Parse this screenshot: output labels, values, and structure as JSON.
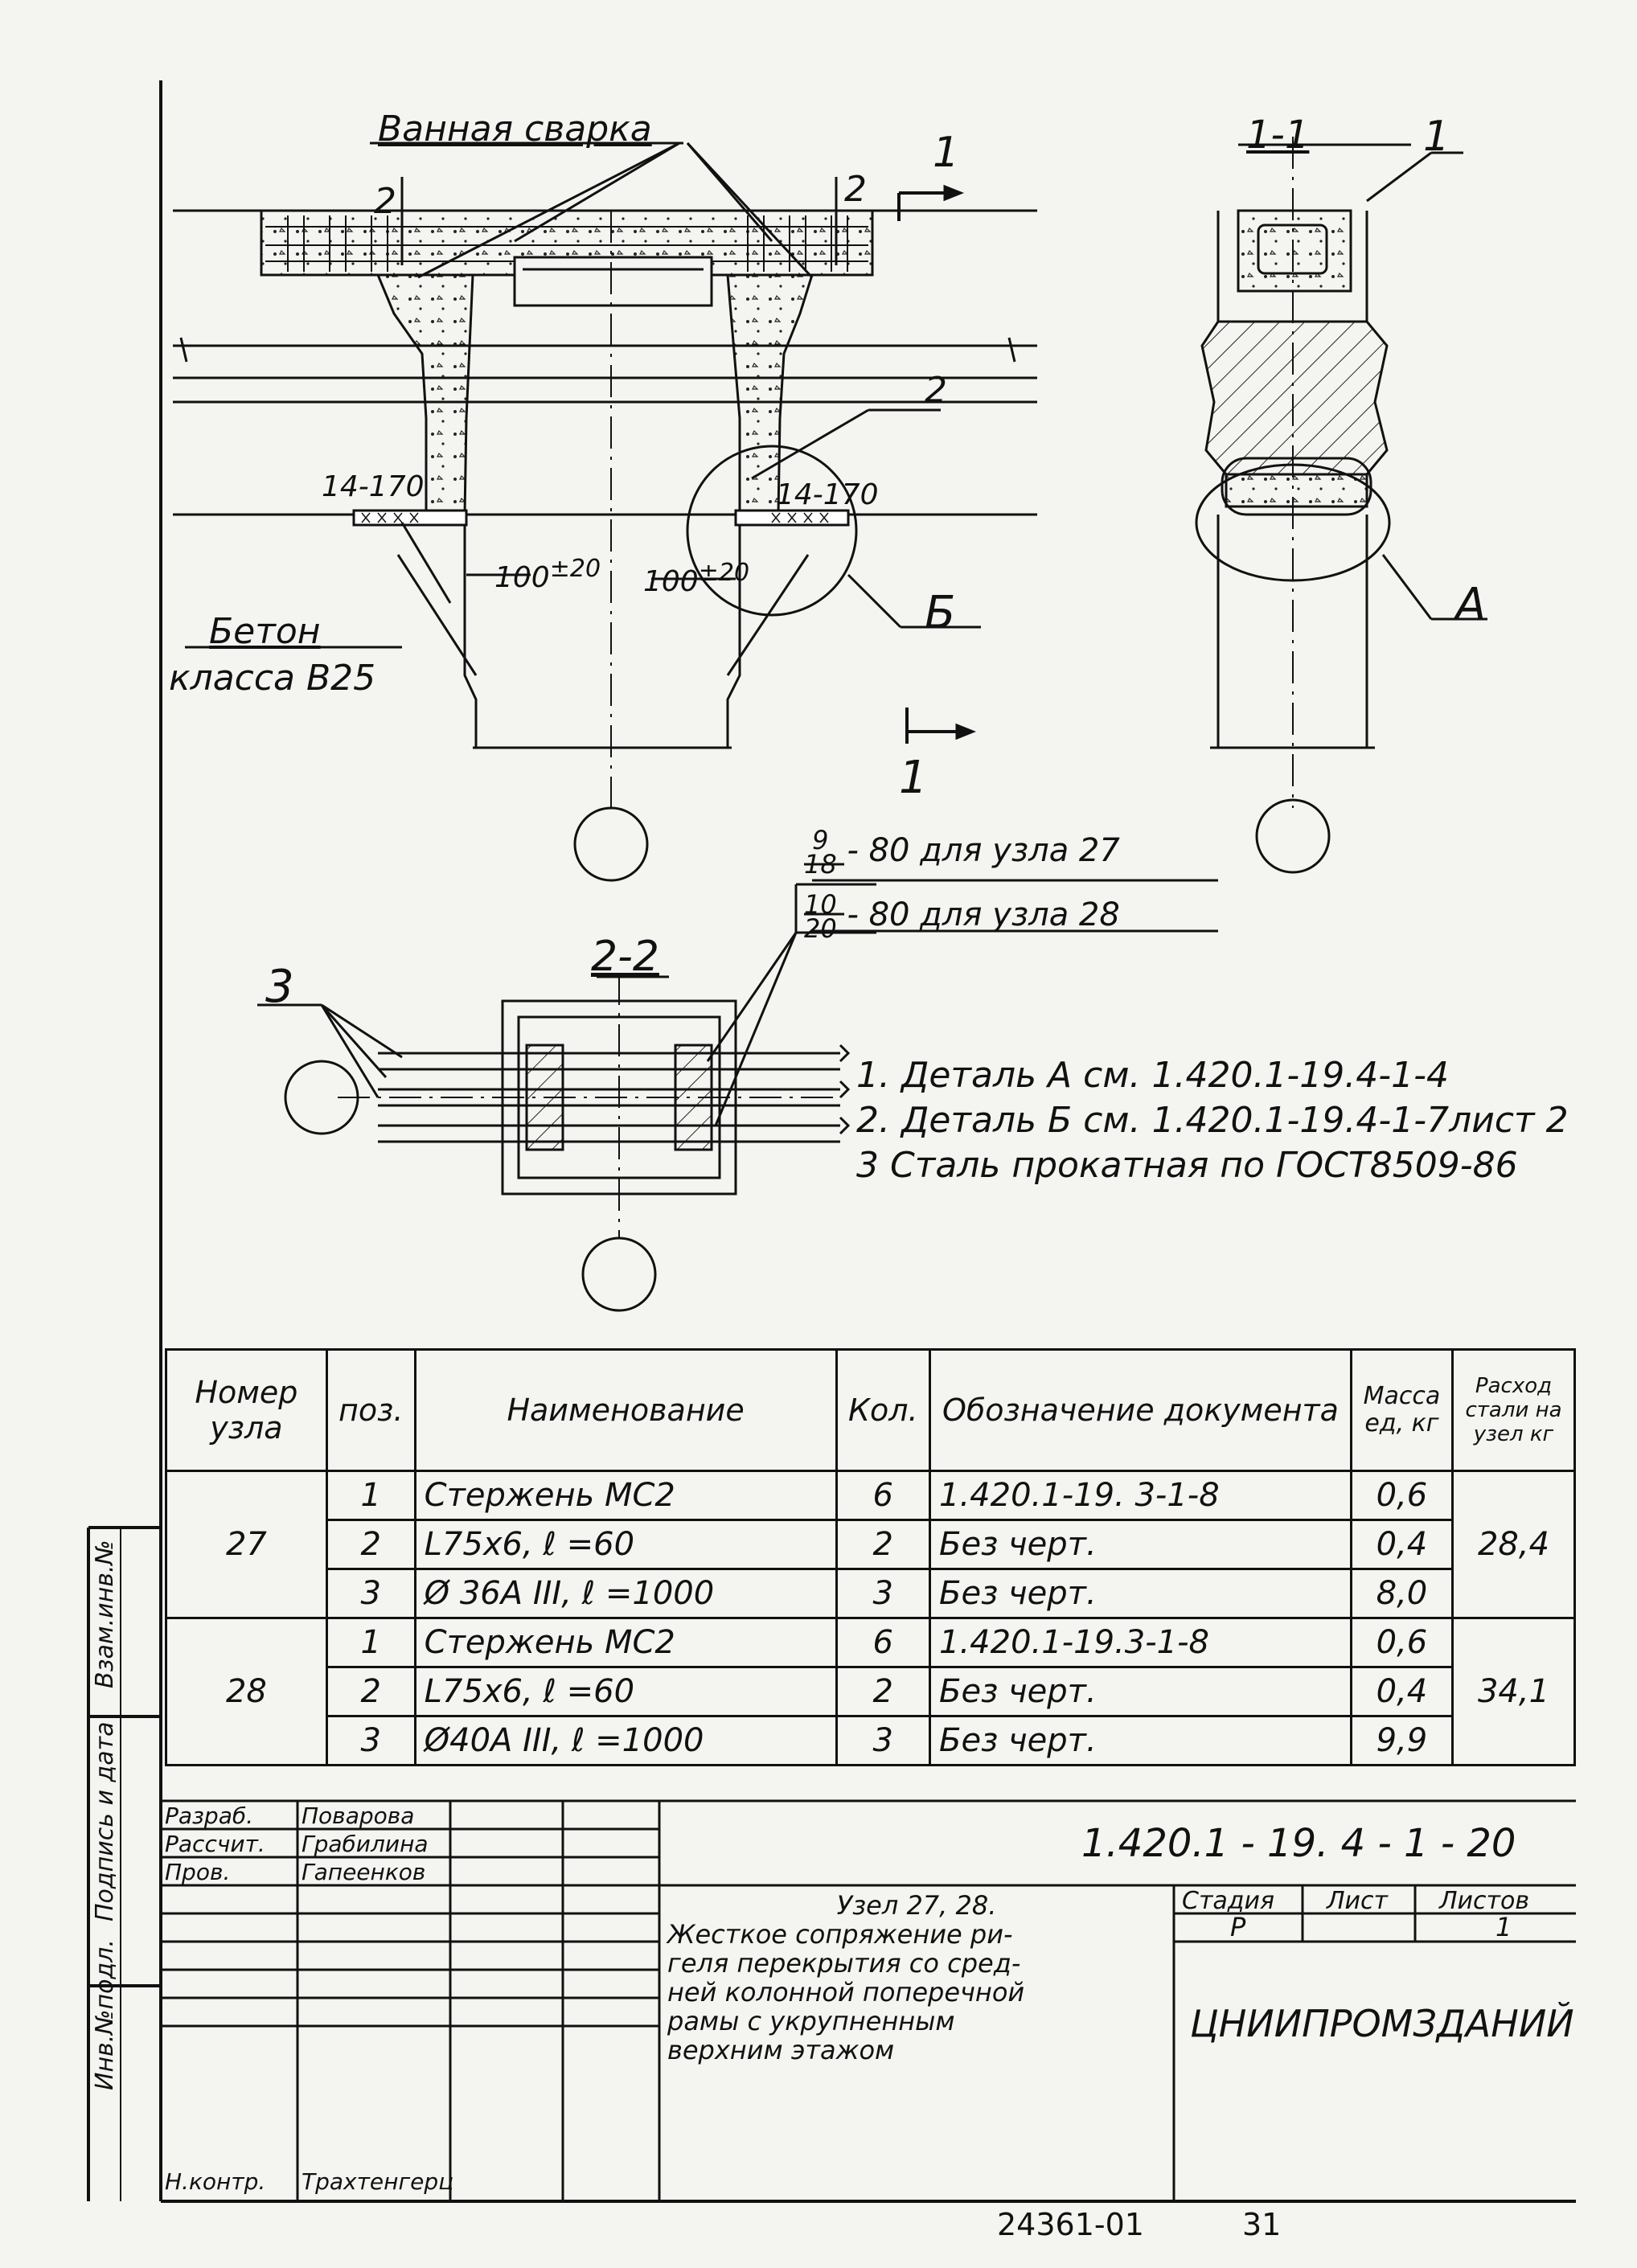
{
  "drawing": {
    "label_welding": "Ванная сварка",
    "label_concrete": "Бетон",
    "label_concrete_class": "класса В25",
    "mark_2_left": "2",
    "mark_2_right": "2",
    "mark_2_detail": "2",
    "section_mark_1": "1",
    "section_mark_1_bottom": "1",
    "section_1_1": "1-1",
    "callout_1": "1",
    "callout_A": "А",
    "callout_B": "Б",
    "dim_left": "14-170",
    "dim_right": "14-170",
    "dim_100_left": "100",
    "dim_100_left_tol": "±20",
    "dim_100_right": "100",
    "dim_100_right_tol": "±20",
    "section_2_2": "2-2",
    "callout_3": "3",
    "bar_note_1_frac_top": "9",
    "bar_note_1_frac_bottom": "18",
    "bar_note_1": "- 80 для узла 27",
    "bar_note_2_frac_top": "10",
    "bar_note_2_frac_bottom": "20",
    "bar_note_2": "- 80 для узла 28"
  },
  "notes": [
    "1. Деталь А см. 1.420.1-19.4-1-4",
    "2. Деталь Б см. 1.420.1-19.4-1-7лист 2",
    "3  Сталь прокатная по ГОСТ8509-86"
  ],
  "spec_table": {
    "headers": {
      "node": "Номер узла",
      "pos": "поз.",
      "name": "Наименование",
      "qty": "Кол.",
      "doc": "Обозначение документа",
      "mass": "Масса ед, кг",
      "steel": "Расход стали на узел кг"
    },
    "groups": [
      {
        "node": "27",
        "total": "28,4",
        "rows": [
          {
            "pos": "1",
            "name": "Стержень МС2",
            "qty": "6",
            "doc": "1.420.1-19. 3-1-8",
            "mass": "0,6"
          },
          {
            "pos": "2",
            "name": "L75x6,    ℓ =60",
            "qty": "2",
            "doc": "Без черт.",
            "mass": "0,4"
          },
          {
            "pos": "3",
            "name": "Ø 36А III,  ℓ =1000",
            "qty": "3",
            "doc": "Без черт.",
            "mass": "8,0"
          }
        ]
      },
      {
        "node": "28",
        "total": "34,1",
        "rows": [
          {
            "pos": "1",
            "name": "Стержень МС2",
            "qty": "6",
            "doc": "1.420.1-19.3-1-8",
            "mass": "0,6"
          },
          {
            "pos": "2",
            "name": "L75x6,    ℓ =60",
            "qty": "2",
            "doc": "Без черт.",
            "mass": "0,4"
          },
          {
            "pos": "3",
            "name": "Ø40А III,  ℓ =1000",
            "qty": "3",
            "doc": "Без черт.",
            "mass": "9,9"
          }
        ]
      }
    ]
  },
  "side_stamp": [
    "Инв.№подл.",
    "Подпись и дата",
    "Взам.инв.№"
  ],
  "title_block": {
    "roles": [
      "Разраб.",
      "Рассчит.",
      "Пров.",
      "Н.контр."
    ],
    "names": [
      "Поварова",
      "Грабилина",
      "Гапеенков",
      "Трахтенгерц"
    ],
    "code": "1.420.1 - 19. 4 - 1 - 20",
    "title_lines": [
      "Узел 27, 28.",
      "Жесткое сопряжение ри-",
      "геля перекрытия со сред-",
      "ней колонной поперечной",
      "рамы с укрупненным",
      "верхним этажом"
    ],
    "stage_label": "Стадия",
    "sheet_label": "Лист",
    "sheets_label": "Листов",
    "stage": "Р",
    "sheets": "1",
    "org": "ЦНИИПРОМЗДАНИЙ"
  },
  "footer": {
    "archive": "24361-01",
    "page": "31"
  }
}
